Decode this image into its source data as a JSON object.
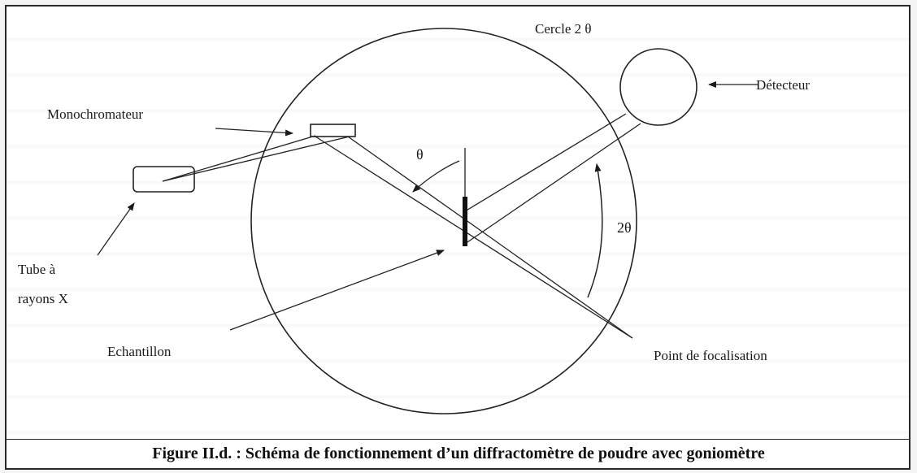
{
  "labels": {
    "circle": "Cercle 2 θ",
    "detector": "Détecteur",
    "monochromator": "Monochromateur",
    "theta": "θ",
    "two_theta": "2θ",
    "tube_line1": "Tube à",
    "tube_line2": "rayons X",
    "sample": "Echantillon",
    "focus_point": "Point de  focalisation"
  },
  "caption": "Figure II.d. : Schéma de fonctionnement d’un diffractomètre de poudre avec goniomètre"
}
